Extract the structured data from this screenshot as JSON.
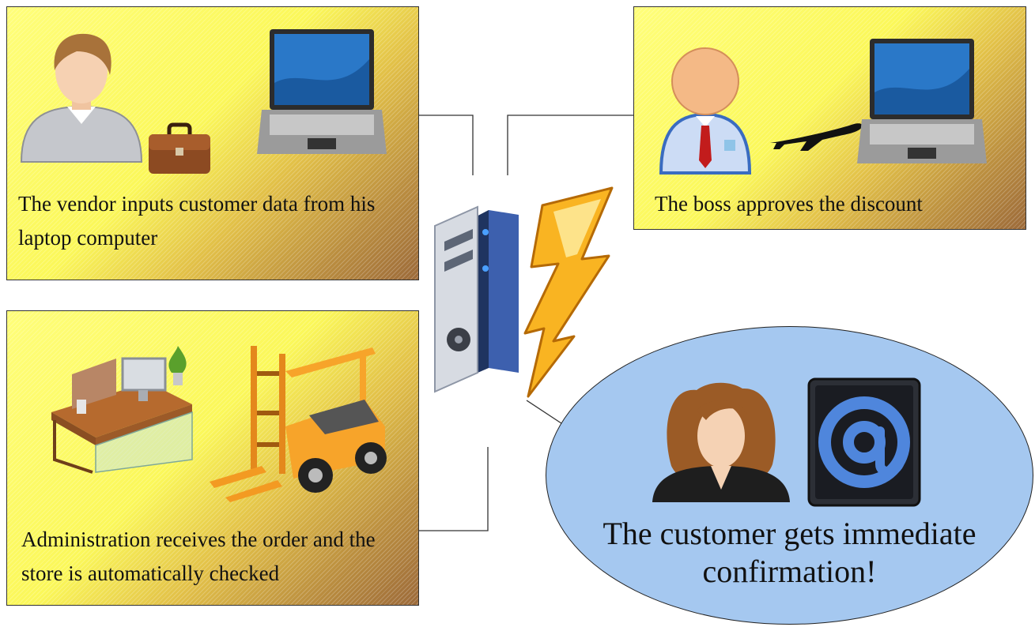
{
  "panels": {
    "vendor": {
      "caption": "The vendor inputs customer data from his laptop computer"
    },
    "boss": {
      "caption": "The boss approves the discount"
    },
    "administration": {
      "caption": "Administration receives the order and the store is automatically checked"
    }
  },
  "customer_bubble": {
    "caption": "The customer gets immediate confirmation!"
  },
  "icons": [
    "man-user-icon",
    "briefcase-icon",
    "laptop-icon",
    "businessman-user-icon",
    "airplane-icon",
    "laptop-icon",
    "office-desk-icon",
    "forklift-icon",
    "server-icon",
    "lightning-icon",
    "woman-user-icon",
    "email-at-icon"
  ],
  "colors": {
    "panel_fill_light": "#fbf85a",
    "panel_fill_dark": "#9c6a3a",
    "bubble_fill": "#a5c8f0",
    "connector": "#333333"
  }
}
